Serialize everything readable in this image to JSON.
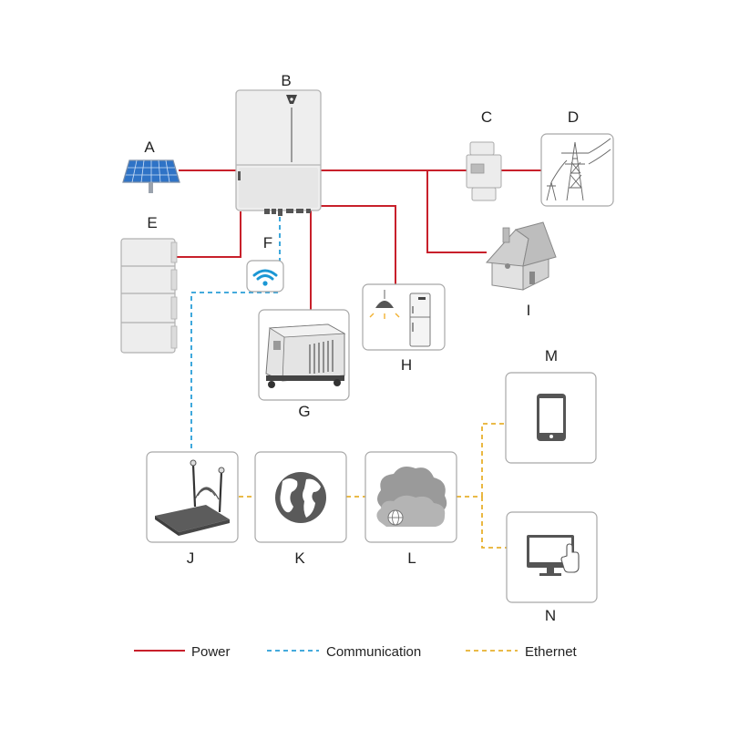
{
  "nodes": {
    "A": {
      "label": "A",
      "icon": "solar-panel-icon"
    },
    "B": {
      "label": "B",
      "icon": "inverter-icon"
    },
    "C": {
      "label": "C",
      "icon": "energy-meter-icon"
    },
    "D": {
      "label": "D",
      "icon": "power-grid-icon"
    },
    "E": {
      "label": "E",
      "icon": "battery-stack-icon"
    },
    "F": {
      "label": "F",
      "icon": "wifi-dongle-icon"
    },
    "G": {
      "label": "G",
      "icon": "generator-icon"
    },
    "H": {
      "label": "H",
      "icon": "household-loads-icon"
    },
    "I": {
      "label": "I",
      "icon": "house-icon"
    },
    "J": {
      "label": "J",
      "icon": "wifi-router-icon"
    },
    "K": {
      "label": "K",
      "icon": "globe-icon"
    },
    "L": {
      "label": "L",
      "icon": "cloud-icon"
    },
    "M": {
      "label": "M",
      "icon": "tablet-icon"
    },
    "N": {
      "label": "N",
      "icon": "monitor-icon"
    }
  },
  "legend": [
    {
      "label": "Power",
      "style": "solid",
      "color": "#c8202b"
    },
    {
      "label": "Communication",
      "style": "dashed",
      "color": "#2a9fd8"
    },
    {
      "label": "Ethernet",
      "style": "dashed",
      "color": "#e8b02e"
    }
  ],
  "colors": {
    "power": "#c8202b",
    "communication": "#2a9fd8",
    "ethernet": "#e8b02e"
  }
}
